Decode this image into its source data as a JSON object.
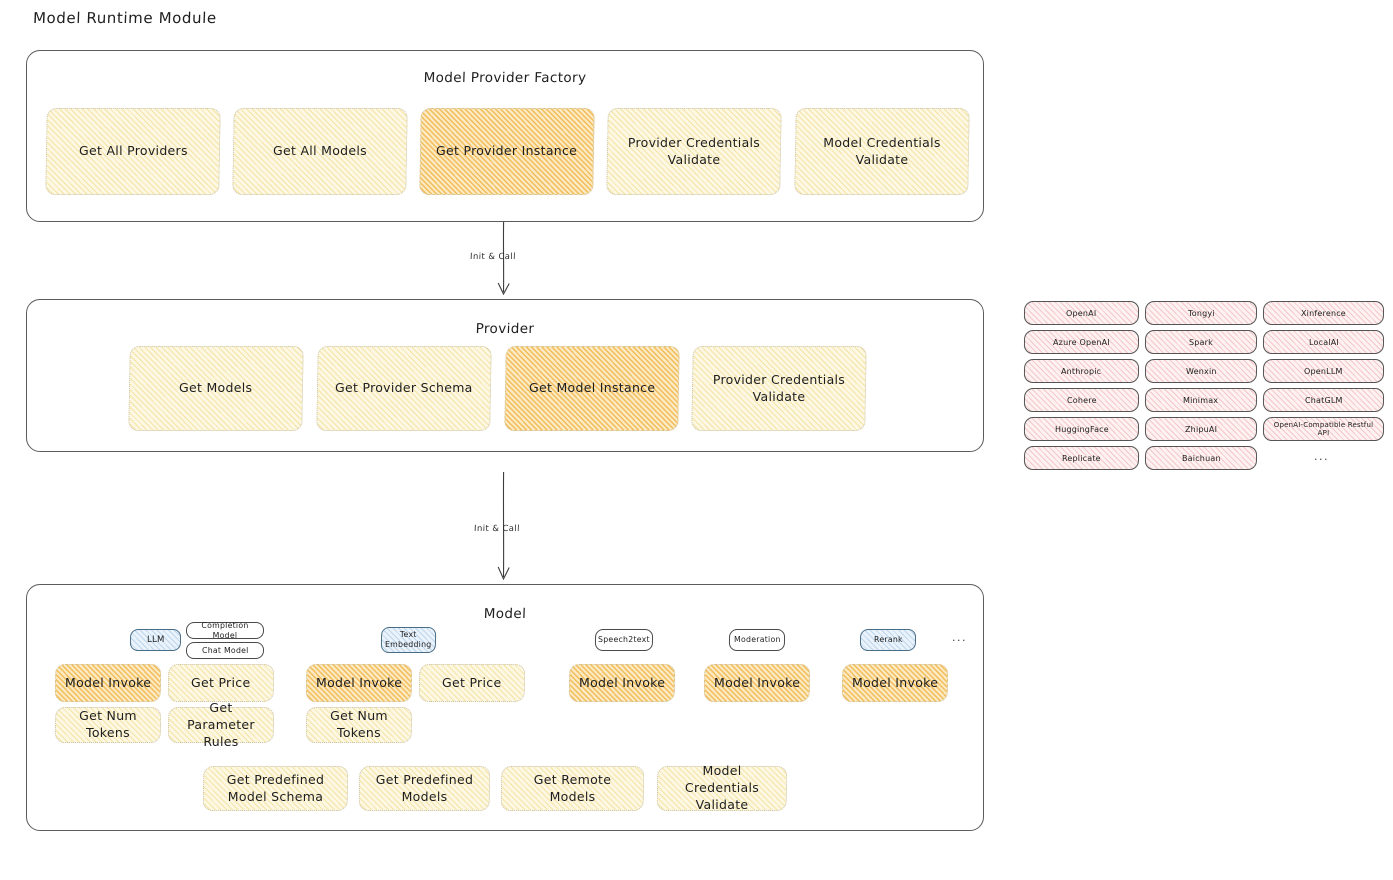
{
  "page": {
    "title": "Model Runtime Module"
  },
  "colors": {
    "highlight_fill": "#f0b342",
    "light_fill": "#fdf8e3",
    "provider_chip_fill": "#fdf1f1",
    "model_tag_fill": "#eaf3fb",
    "border": "#5c5c5c"
  },
  "factory": {
    "title": "Model Provider Factory",
    "items": [
      {
        "label": "Get All Providers",
        "highlighted": false
      },
      {
        "label": "Get All Models",
        "highlighted": false
      },
      {
        "label": "Get Provider Instance",
        "highlighted": true
      },
      {
        "label": "Provider Credentials Validate",
        "highlighted": false
      },
      {
        "label": "Model Credentials Validate",
        "highlighted": false
      }
    ]
  },
  "arrows": {
    "factory_to_provider": "Init & Call",
    "provider_to_model": "Init & Call"
  },
  "provider": {
    "title": "Provider",
    "items": [
      {
        "label": "Get Models",
        "highlighted": false
      },
      {
        "label": "Get Provider Schema",
        "highlighted": false
      },
      {
        "label": "Get Model Instance",
        "highlighted": true
      },
      {
        "label": "Provider Credentials Validate",
        "highlighted": false
      }
    ]
  },
  "provider_list": {
    "columns": [
      [
        "OpenAI",
        "Azure OpenAI",
        "Anthropic",
        "Cohere",
        "HuggingFace",
        "Replicate"
      ],
      [
        "Tongyi",
        "Spark",
        "Wenxin",
        "Minimax",
        "ZhipuAI",
        "Baichuan"
      ],
      [
        "Xinference",
        "LocalAI",
        "OpenLLM",
        "ChatGLM",
        "OpenAI-Compatible Restful API"
      ]
    ],
    "more": "..."
  },
  "model": {
    "title": "Model",
    "more": "...",
    "types": [
      {
        "name": "LLM",
        "subtypes": [
          "Completion Model",
          "Chat Model"
        ],
        "methods": [
          {
            "label": "Model Invoke",
            "highlighted": true
          },
          {
            "label": "Get Price",
            "highlighted": false
          },
          {
            "label": "Get Num Tokens",
            "highlighted": false
          },
          {
            "label": "Get Parameter Rules",
            "highlighted": false
          }
        ]
      },
      {
        "name": "Text Embedding",
        "subtypes": [],
        "methods": [
          {
            "label": "Model Invoke",
            "highlighted": true
          },
          {
            "label": "Get Price",
            "highlighted": false
          },
          {
            "label": "Get Num Tokens",
            "highlighted": false
          }
        ]
      },
      {
        "name": "Speech2text",
        "subtypes": [],
        "methods": [
          {
            "label": "Model Invoke",
            "highlighted": true
          }
        ]
      },
      {
        "name": "Moderation",
        "subtypes": [],
        "methods": [
          {
            "label": "Model Invoke",
            "highlighted": true
          }
        ]
      },
      {
        "name": "Rerank",
        "subtypes": [],
        "methods": [
          {
            "label": "Model Invoke",
            "highlighted": true
          }
        ]
      }
    ],
    "shared_methods": [
      "Get Predefined Model Schema",
      "Get Predefined Models",
      "Get Remote Models",
      "Model Credentials Validate"
    ]
  }
}
